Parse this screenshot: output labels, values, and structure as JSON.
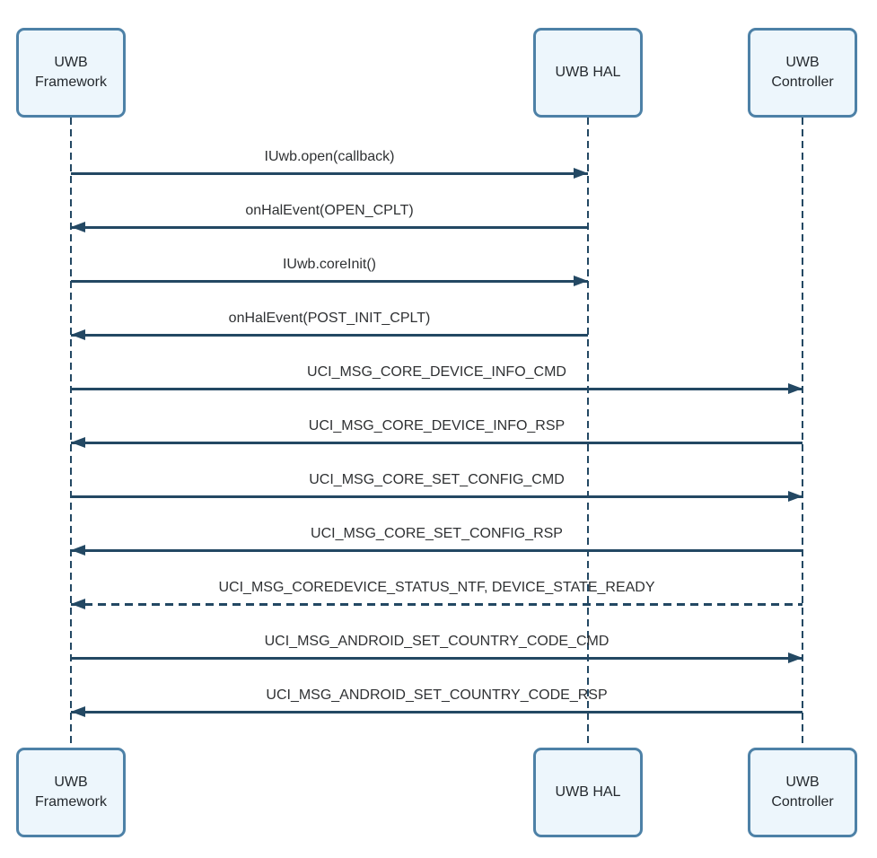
{
  "colors": {
    "background": "#ffffff",
    "line": "#234863",
    "box_border": "#4d81a7",
    "box_fill": "#edf6fc",
    "box_text": "#24292e",
    "label_text": "#2f3133"
  },
  "actors": [
    {
      "id": "uwb-framework",
      "label": "UWB Framework"
    },
    {
      "id": "uwb-hal",
      "label": "UWB HAL"
    },
    {
      "id": "uwb-controller",
      "label": "UWB Controller"
    }
  ],
  "messages": [
    {
      "label": "IUwb.open(callback)",
      "from": "uwb-framework",
      "to": "uwb-hal",
      "line": "solid"
    },
    {
      "label": "onHalEvent(OPEN_CPLT)",
      "from": "uwb-hal",
      "to": "uwb-framework",
      "line": "solid"
    },
    {
      "label": "IUwb.coreInit()",
      "from": "uwb-framework",
      "to": "uwb-hal",
      "line": "solid"
    },
    {
      "label": "onHalEvent(POST_INIT_CPLT)",
      "from": "uwb-hal",
      "to": "uwb-framework",
      "line": "solid"
    },
    {
      "label": "UCI_MSG_CORE_DEVICE_INFO_CMD",
      "from": "uwb-framework",
      "to": "uwb-controller",
      "line": "solid"
    },
    {
      "label": "UCI_MSG_CORE_DEVICE_INFO_RSP",
      "from": "uwb-controller",
      "to": "uwb-framework",
      "line": "solid"
    },
    {
      "label": "UCI_MSG_CORE_SET_CONFIG_CMD",
      "from": "uwb-framework",
      "to": "uwb-controller",
      "line": "solid"
    },
    {
      "label": "UCI_MSG_CORE_SET_CONFIG_RSP",
      "from": "uwb-controller",
      "to": "uwb-framework",
      "line": "solid"
    },
    {
      "label": "UCI_MSG_COREDEVICE_STATUS_NTF, DEVICE_STATE_READY",
      "from": "uwb-controller",
      "to": "uwb-framework",
      "line": "dashed"
    },
    {
      "label": "UCI_MSG_ANDROID_SET_COUNTRY_CODE_CMD",
      "from": "uwb-framework",
      "to": "uwb-controller",
      "line": "solid"
    },
    {
      "label": "UCI_MSG_ANDROID_SET_COUNTRY_CODE_RSP",
      "from": "uwb-controller",
      "to": "uwb-framework",
      "line": "solid"
    }
  ]
}
